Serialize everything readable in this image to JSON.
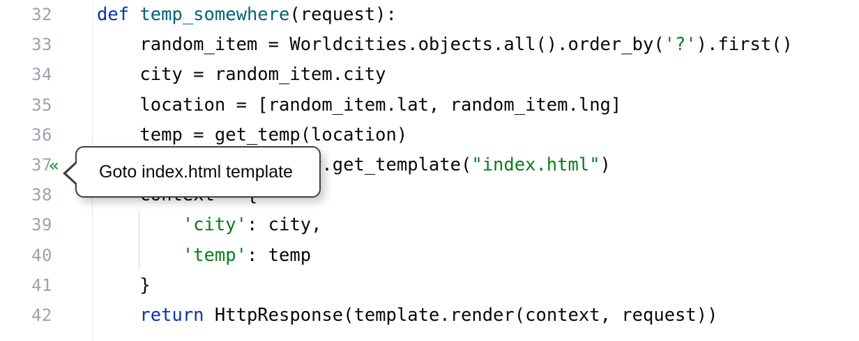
{
  "editor": {
    "background_color": "#ffffff",
    "gutter_separator_color": "#e9e9ef",
    "line_number_color": "#9aa2b1",
    "colors": {
      "keyword": "#0033b3",
      "function": "#00627a",
      "string": "#067d17",
      "plain": "#080808",
      "gutter_icon_green": "#2e9b4f",
      "tooltip_border": "#3c3f41"
    },
    "gutter": {
      "rows": [
        {
          "number": "32",
          "icon": "",
          "icon_name": ""
        },
        {
          "number": "33",
          "icon": "",
          "icon_name": ""
        },
        {
          "number": "34",
          "icon": "",
          "icon_name": ""
        },
        {
          "number": "35",
          "icon": "",
          "icon_name": ""
        },
        {
          "number": "36",
          "icon": "",
          "icon_name": ""
        },
        {
          "number": "37",
          "icon": "«",
          "icon_name": "goto-template-double-chevron-left-icon"
        },
        {
          "number": "38",
          "icon": "",
          "icon_name": ""
        },
        {
          "number": "39",
          "icon": "",
          "icon_name": ""
        },
        {
          "number": "40",
          "icon": "",
          "icon_name": ""
        },
        {
          "number": "41",
          "icon": "",
          "icon_name": ""
        },
        {
          "number": "42",
          "icon": "",
          "icon_name": ""
        }
      ]
    },
    "code_lines": [
      {
        "number": "32",
        "text": "def temp_somewhere(request):",
        "tokens": [
          {
            "t": "def",
            "c": "kw"
          },
          {
            "t": " ",
            "c": "pl"
          },
          {
            "t": "temp_somewhere",
            "c": "fn"
          },
          {
            "t": "(request):",
            "c": "pl"
          }
        ]
      },
      {
        "number": "33",
        "text": "    random_item = Worldcities.objects.all().order_by('?').first()",
        "tokens": [
          {
            "t": "    random_item = Worldcities.objects.all().order_by(",
            "c": "pl"
          },
          {
            "t": "'?'",
            "c": "str"
          },
          {
            "t": ").first()",
            "c": "pl"
          }
        ]
      },
      {
        "number": "34",
        "text": "    city = random_item.city",
        "tokens": [
          {
            "t": "    city = random_item.city",
            "c": "pl"
          }
        ]
      },
      {
        "number": "35",
        "text": "    location = [random_item.lat, random_item.lng]",
        "tokens": [
          {
            "t": "    location = [random_item.lat, random_item.lng]",
            "c": "pl"
          }
        ]
      },
      {
        "number": "36",
        "text": "    temp = get_temp(location)",
        "tokens": [
          {
            "t": "    temp = get_temp(location)",
            "c": "pl"
          }
        ]
      },
      {
        "number": "37",
        "text": "    template = loader.get_template(\"index.html\")",
        "tokens": [
          {
            "t": "    template = loader.get_template(",
            "c": "pl"
          },
          {
            "t": "\"index.html\"",
            "c": "str"
          },
          {
            "t": ")",
            "c": "pl"
          }
        ]
      },
      {
        "number": "38",
        "text": "    context = {",
        "tokens": [
          {
            "t": "    context = {",
            "c": "pl"
          }
        ]
      },
      {
        "number": "39",
        "text": "        'city': city,",
        "tokens": [
          {
            "t": "        ",
            "c": "pl"
          },
          {
            "t": "'city'",
            "c": "str"
          },
          {
            "t": ": city,",
            "c": "pl"
          }
        ]
      },
      {
        "number": "40",
        "text": "        'temp': temp",
        "tokens": [
          {
            "t": "        ",
            "c": "pl"
          },
          {
            "t": "'temp'",
            "c": "str"
          },
          {
            "t": ": temp",
            "c": "pl"
          }
        ]
      },
      {
        "number": "41",
        "text": "    }",
        "tokens": [
          {
            "t": "    }",
            "c": "pl"
          }
        ]
      },
      {
        "number": "42",
        "text": "    return HttpResponse(template.render(context, request))",
        "tokens": [
          {
            "t": "    ",
            "c": "pl"
          },
          {
            "t": "return",
            "c": "kw"
          },
          {
            "t": " HttpResponse(template.render(context, request))",
            "c": "pl"
          }
        ]
      }
    ]
  },
  "tooltip": {
    "label": "Goto index.html template",
    "attached_to_line": "37"
  }
}
